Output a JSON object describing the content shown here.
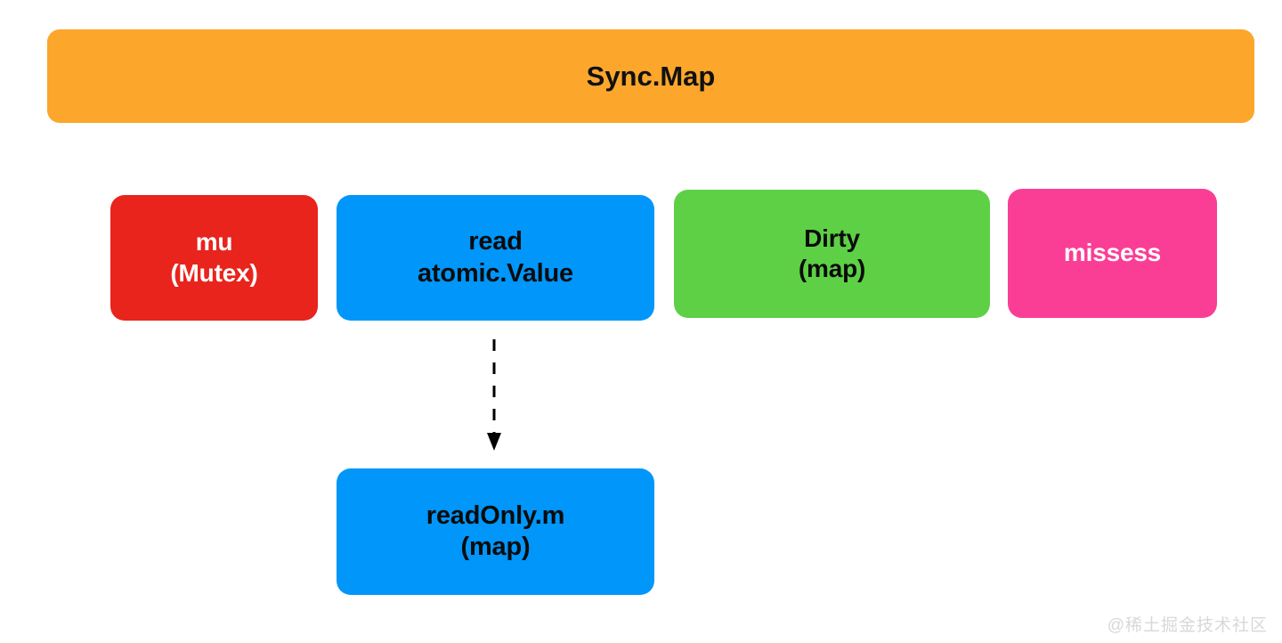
{
  "diagram": {
    "title": "Sync.Map",
    "background": "#ffffff",
    "header": {
      "label": "Sync.Map",
      "color": "#fca62c",
      "text_color": "#111111"
    },
    "fields": [
      {
        "id": "mu",
        "line1": "mu",
        "line2": "(Mutex)",
        "color": "#e8241c",
        "text_color": "#ffffff"
      },
      {
        "id": "read",
        "line1": "read",
        "line2": "atomic.Value",
        "color": "#0096fa",
        "text_color": "#0b0b0b"
      },
      {
        "id": "dirty",
        "line1": "Dirty",
        "line2": "(map)",
        "color": "#5dd045",
        "text_color": "#0b0b0b"
      },
      {
        "id": "missess",
        "line1": "missess",
        "line2": "",
        "color": "#fb3e95",
        "text_color": "#ffffff"
      }
    ],
    "detail": {
      "id": "readOnly",
      "line1": "readOnly.m",
      "line2": "(map)",
      "color": "#0096fa",
      "text_color": "#0b0b0b"
    },
    "connector": {
      "from": "read",
      "to": "readOnly",
      "style": "dashed",
      "arrow": "down-arrow-icon",
      "color": "#000000"
    },
    "watermark": "@稀土掘金技术社区"
  }
}
